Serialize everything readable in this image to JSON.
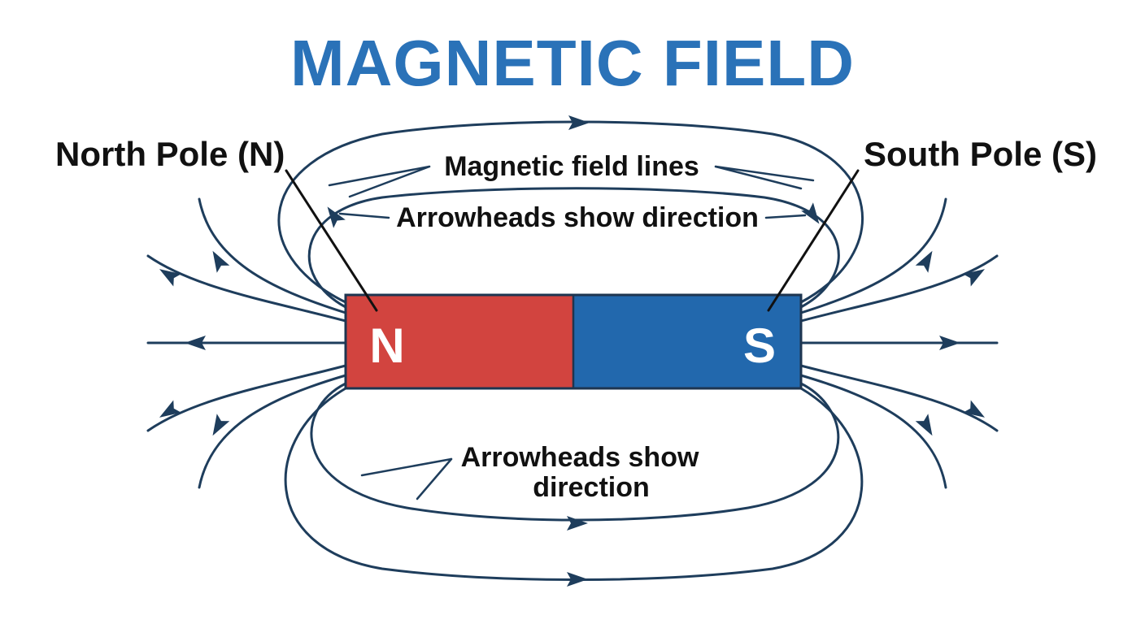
{
  "title": "MAGNETIC FIELD",
  "labels": {
    "north_pole": "North Pole (N)",
    "south_pole": "South Pole (S)",
    "field_lines": "Magnetic field lines",
    "arrowheads_top": "Arrowheads show direction",
    "arrowheads_bottom_line1": "Arrowheads show",
    "arrowheads_bottom_line2": "direction"
  },
  "magnet": {
    "north_letter": "N",
    "south_letter": "S"
  },
  "colors": {
    "title": "#2a72b8",
    "field_line": "#1e3d5c",
    "north": "#d2443f",
    "south": "#2268ad",
    "magnet_border": "#1e3550",
    "text": "#111111",
    "magnet_letter": "#ffffff"
  }
}
